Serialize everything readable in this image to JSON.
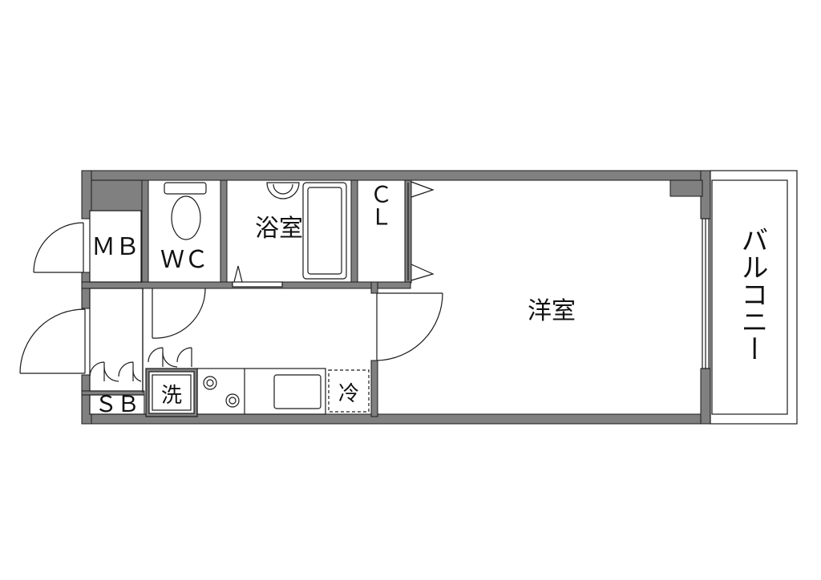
{
  "rooms": {
    "mb": "ＭＢ",
    "wc": "ＷＣ",
    "bath": "浴室",
    "closet": "ＣＬ",
    "western_room": "洋室",
    "balcony": "バルコニー",
    "shoe_box": "ＳＢ",
    "washer": "洗",
    "fridge": "冷"
  },
  "colors": {
    "wall": "#7f7f7f",
    "line": "#1a1a1a",
    "background": "#ffffff"
  }
}
